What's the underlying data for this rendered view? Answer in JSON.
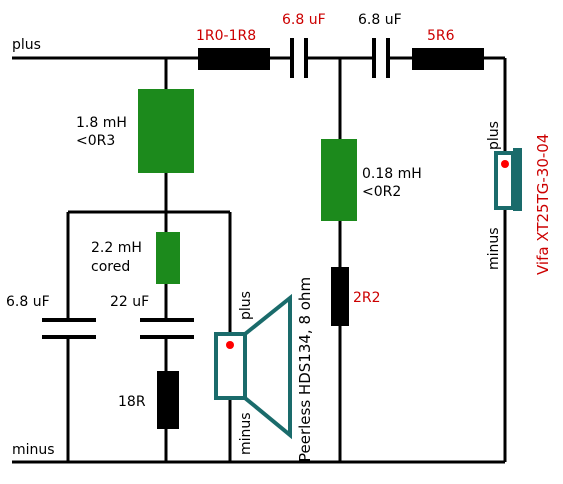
{
  "colors": {
    "inductor": "#1c8a1c",
    "resistor": "#000000",
    "wire": "#000000",
    "red_label": "#cc0000",
    "speaker_outline": "#1a6b6b",
    "polarity_dot": "#ff0000"
  },
  "terminals": {
    "plus": "plus",
    "minus": "minus"
  },
  "top_line": {
    "r1": "1R0-1R8",
    "c1": "6.8 uF",
    "c2": "6.8 uF",
    "r2": "5R6"
  },
  "woofer_branch": {
    "series_inductor_value": "1.8 mH",
    "series_inductor_dcr": "<0R3",
    "shunt_capacitor": "6.8 uF",
    "notch_inductor_value": "2.2 mH",
    "notch_inductor_type": "cored",
    "notch_capacitor": "22 uF",
    "notch_resistor": "18R"
  },
  "tweeter_branch": {
    "shunt_inductor_value": "0.18 mH",
    "shunt_inductor_dcr": "<0R2",
    "shunt_resistor": "2R2"
  },
  "woofer": {
    "model": "Peerless HDS134, 8 ohm",
    "plus": "plus",
    "minus": "minus"
  },
  "tweeter": {
    "model": "Vifa XT25TG-30-04",
    "plus": "plus",
    "minus": "minus"
  }
}
